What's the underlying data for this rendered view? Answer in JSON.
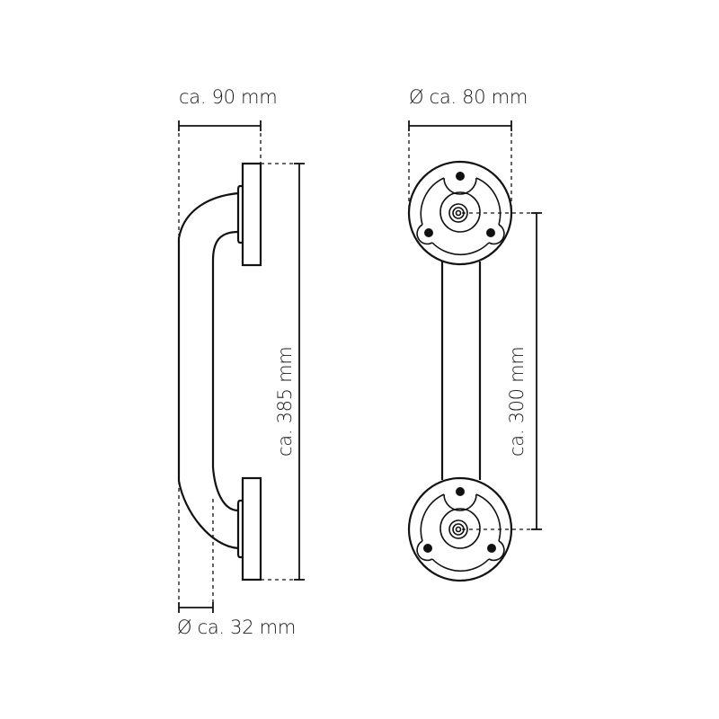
{
  "diagram": {
    "type": "technical-dimension-drawing",
    "subject": "grab bar / wall handle",
    "stroke_color": "#111111",
    "background": "#ffffff",
    "side_view": {
      "width_label": "ca. 90 mm",
      "length_label": "ca. 385 mm",
      "tube_diameter_label": "Ø ca. 32 mm"
    },
    "front_view": {
      "flange_diameter_label": "Ø ca. 80 mm",
      "hole_spacing_label": "ca. 300 mm"
    }
  }
}
